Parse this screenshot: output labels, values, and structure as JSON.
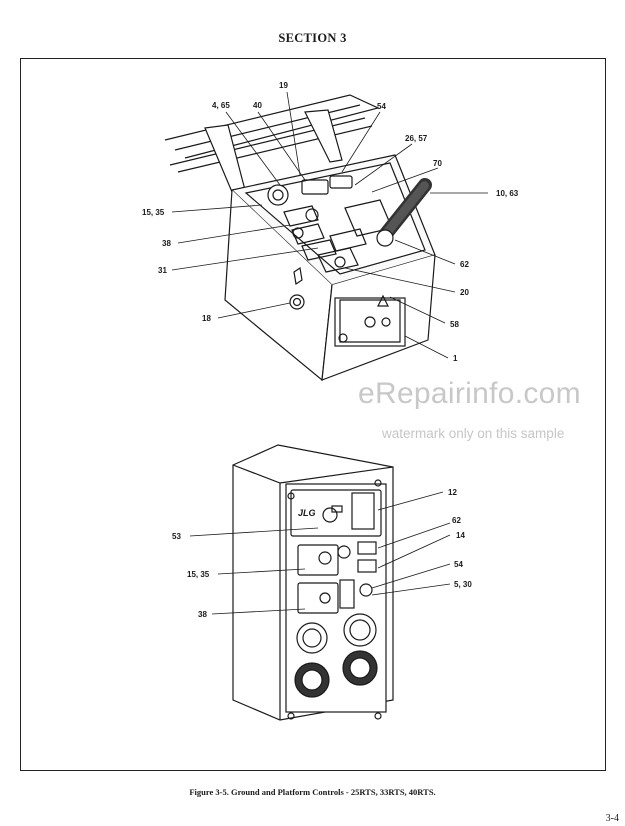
{
  "header": {
    "section": "SECTION 3"
  },
  "watermark": {
    "site": "eRepairinfo.com",
    "note": "watermark only on this sample"
  },
  "caption": "Figure 3-5.  Ground and Platform Controls - 25RTS, 33RTS, 40RTS.",
  "page_number": "3-4",
  "callouts_top": {
    "c19": "19",
    "c4_65": "4, 65",
    "c40": "40",
    "c54": "54",
    "c26_57": "26, 57",
    "c70": "70",
    "c10_63": "10, 63",
    "c15_35": "15, 35",
    "c38": "38",
    "c31": "31",
    "c62": "62",
    "c20": "20",
    "c18": "18",
    "c58": "58",
    "c1": "1"
  },
  "callouts_bottom": {
    "c12": "12",
    "c62": "62",
    "c14": "14",
    "c53": "53",
    "c15_35": "15, 35",
    "c54": "54",
    "c5_30": "5, 30",
    "c38": "38"
  },
  "panel_text": {
    "logo": "JLG"
  }
}
